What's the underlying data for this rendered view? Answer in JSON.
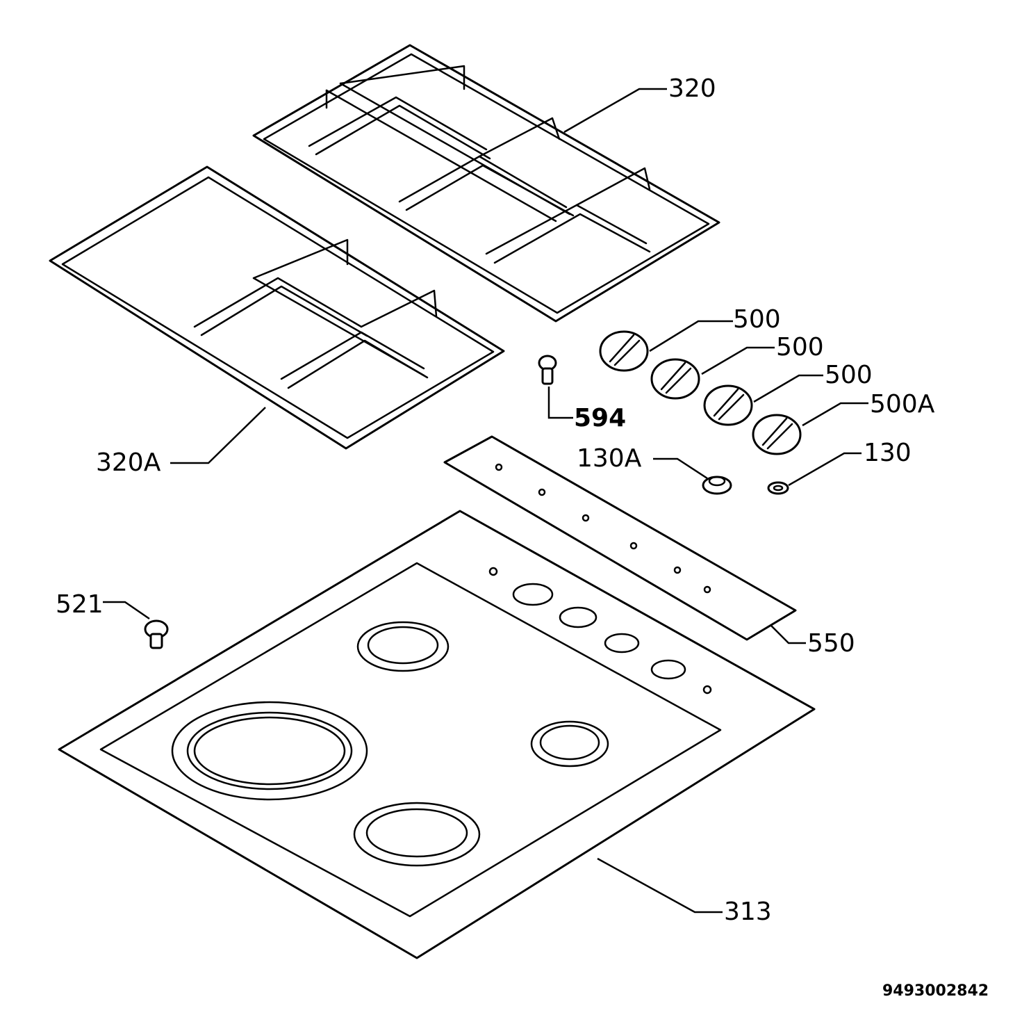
{
  "diagram": {
    "reference_code": "9493002842",
    "callouts": [
      {
        "id": "320",
        "text": "320"
      },
      {
        "id": "320A",
        "text": "320A"
      },
      {
        "id": "500-1",
        "text": "500"
      },
      {
        "id": "500-2",
        "text": "500"
      },
      {
        "id": "500-3",
        "text": "500"
      },
      {
        "id": "500A",
        "text": "500A"
      },
      {
        "id": "594",
        "text": "594"
      },
      {
        "id": "130A",
        "text": "130A"
      },
      {
        "id": "130",
        "text": "130"
      },
      {
        "id": "521",
        "text": "521"
      },
      {
        "id": "550",
        "text": "550"
      },
      {
        "id": "313",
        "text": "313"
      }
    ]
  }
}
